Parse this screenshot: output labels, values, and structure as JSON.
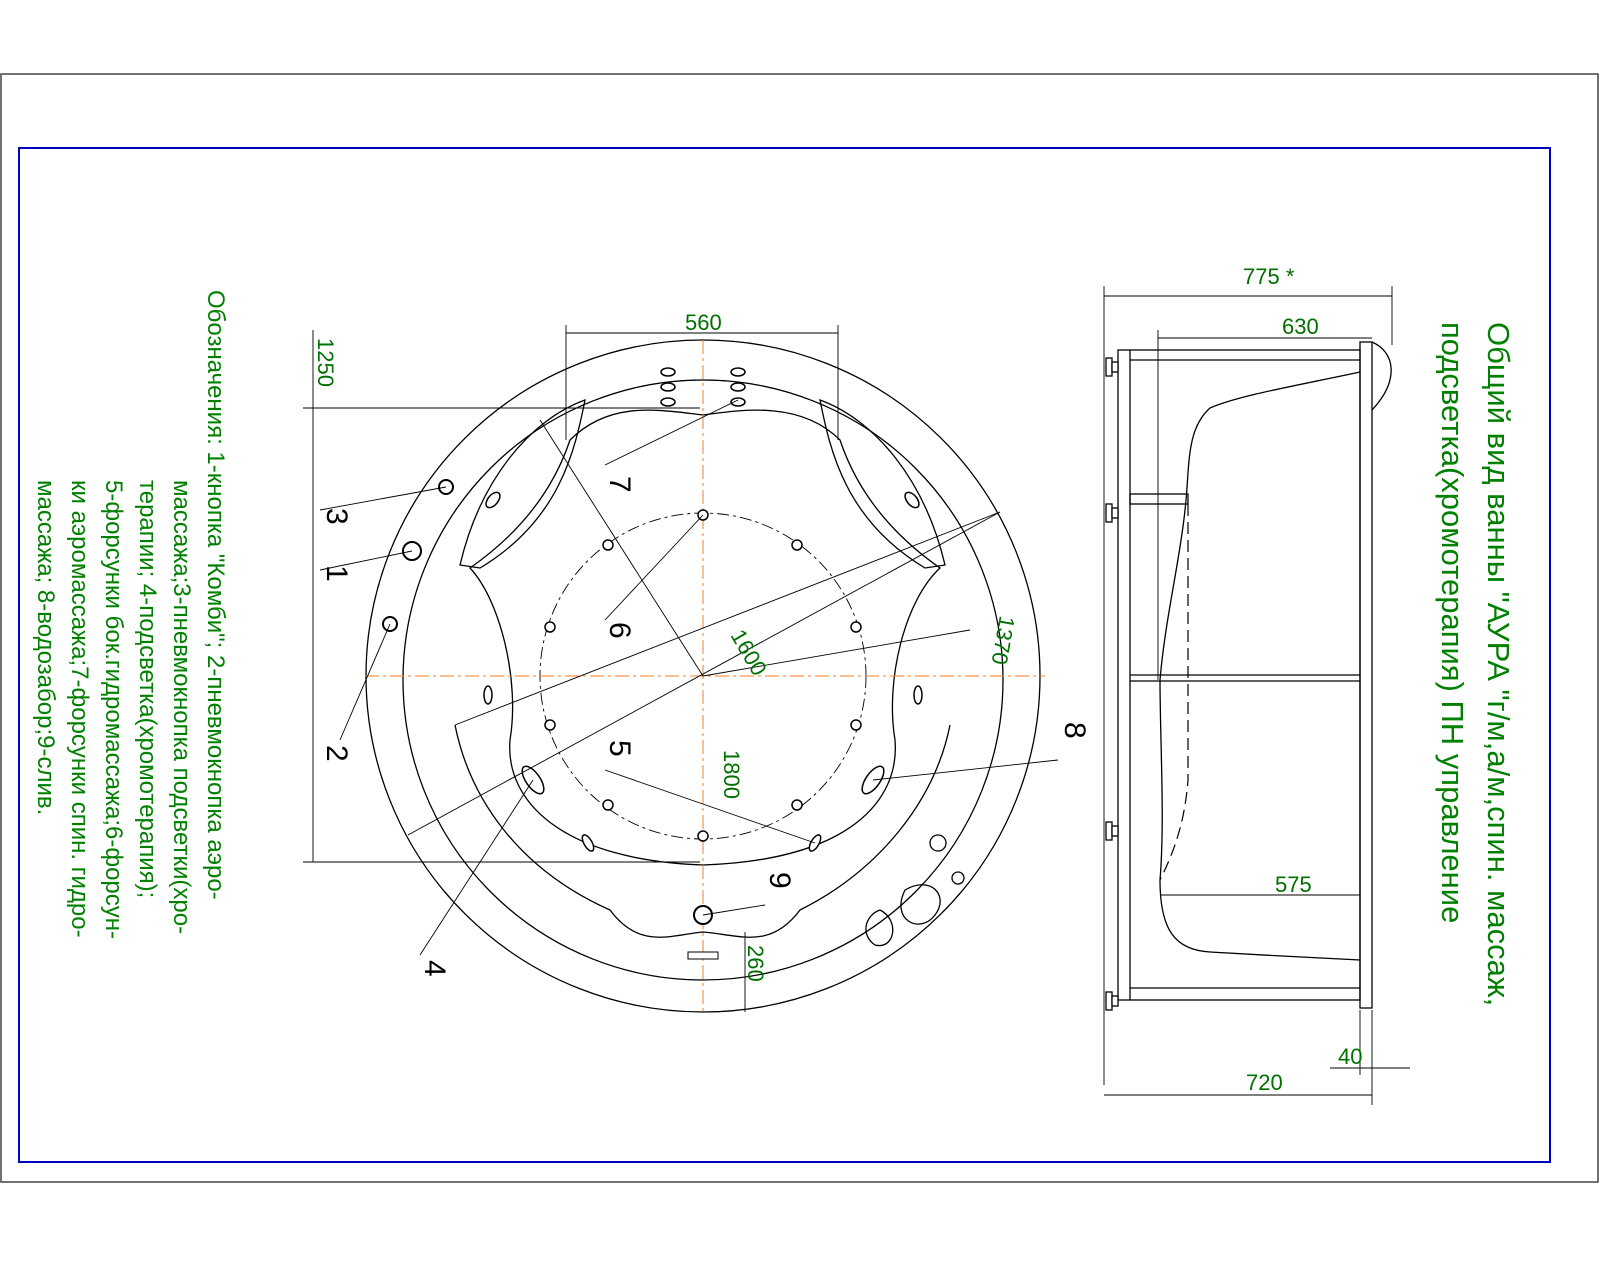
{
  "title": {
    "line1": "Общий вид ванны \"АУРА \"г/м,а/м,спин. массаж,",
    "line2": "подсветка(хромотерапия) ПН управление"
  },
  "legend": {
    "lines": [
      "Обозначения: 1-кнопка \"Комби\"; 2-пневмокнопка аэро-",
      "массажа;3-пневмокнопка подсветки(хро-",
      "терапии; 4-подсветка(хромотерапия);",
      "5-форсунки бок.гидромассажа;6-форсун-",
      "ки аэромассажа;7-форсунки спин. гидро-",
      "массажа; 8-водозабор;9-слив."
    ]
  },
  "top_view": {
    "dimensions": {
      "d560": "560",
      "d1250": "1250",
      "d1370": "1370",
      "d1600": "1600",
      "d1800": "1800",
      "d260": "260"
    },
    "callouts": [
      "1",
      "2",
      "3",
      "4",
      "5",
      "6",
      "7",
      "8",
      "9"
    ]
  },
  "side_view": {
    "dimensions": {
      "d775": "775 *",
      "d630": "630",
      "d575": "575",
      "d720": "720",
      "d40": "40"
    }
  },
  "colors": {
    "frame": "#0000c0",
    "text": "#008000",
    "centerline": "#f08020"
  }
}
